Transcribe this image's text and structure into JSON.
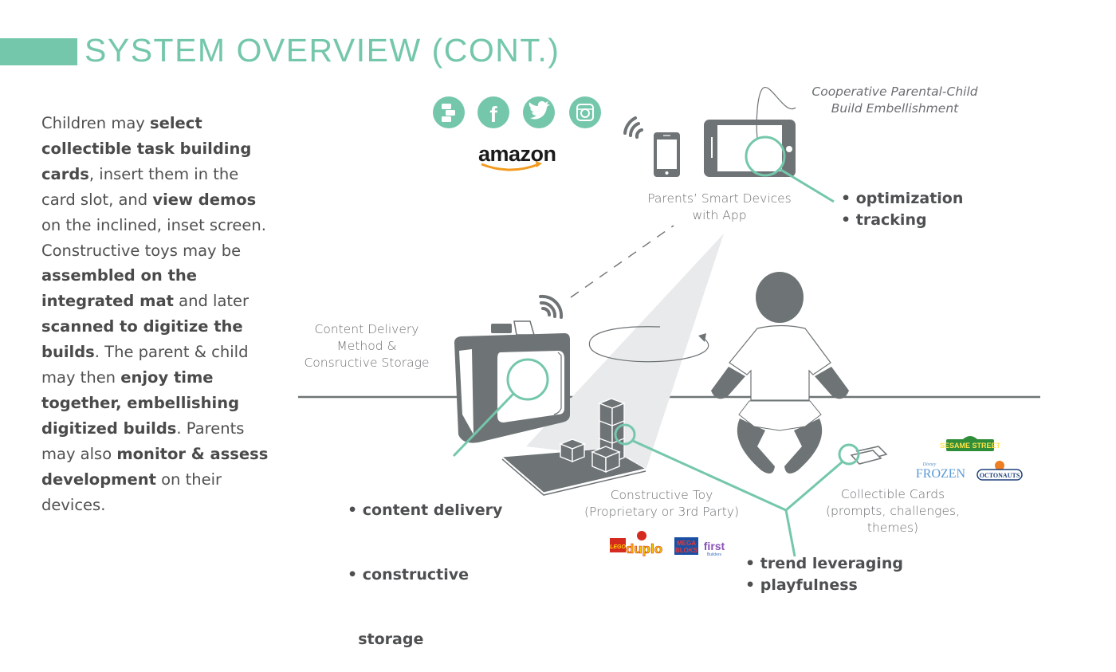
{
  "header": {
    "title": "SYSTEM OVERVIEW (CONT.)"
  },
  "description": {
    "segments": [
      {
        "text": "Children may ",
        "bold": false
      },
      {
        "text": "select collectible task building cards",
        "bold": true
      },
      {
        "text": ", insert them in the card slot, and ",
        "bold": false
      },
      {
        "text": "view demos",
        "bold": true
      },
      {
        "text": " on the inclined, inset screen. Constructive toys may be ",
        "bold": false
      },
      {
        "text": "assembled on the integrated mat",
        "bold": true
      },
      {
        "text": " and later ",
        "bold": false
      },
      {
        "text": "scanned to digitize the builds",
        "bold": true
      },
      {
        "text": ". The parent & child may then ",
        "bold": false
      },
      {
        "text": "enjoy time together, embellishing digitized builds",
        "bold": true
      },
      {
        "text": ". Parents may also ",
        "bold": false
      },
      {
        "text": "monitor & assess development",
        "bold": true
      },
      {
        "text": " on their devices.",
        "bold": false
      }
    ]
  },
  "social_icons": [
    {
      "name": "building-blocks-icon"
    },
    {
      "name": "facebook-icon",
      "glyph": "f"
    },
    {
      "name": "twitter-icon"
    },
    {
      "name": "instagram-icon"
    }
  ],
  "amazon_logo": "amazon",
  "labels": {
    "cooperative_line1": "Cooperative Parental-Child",
    "cooperative_line2": "Build Embellishment",
    "parents_devices_line1": "Parents’ Smart Devices",
    "parents_devices_line2": "with App",
    "content_delivery_line1": "Content Delivery",
    "content_delivery_line2": "Method &",
    "content_delivery_line3": "Consructive Storage",
    "constructive_toy_line1": "Constructive Toy",
    "constructive_toy_line2": "(Proprietary or 3rd Party)",
    "collectible_cards_line1": "Collectible Cards",
    "collectible_cards_line2": "(prompts, challenges,",
    "collectible_cards_line3": "themes)"
  },
  "bullets": {
    "devices": [
      "• optimization",
      "• tracking"
    ],
    "storage": [
      "• content delivery",
      "• constructive",
      "  storage"
    ],
    "toys_cards": [
      "• trend leveraging",
      "• playfulness"
    ]
  },
  "brand_logos": {
    "toys": [
      "LEGO",
      "duplo",
      "MEGA BLOKS",
      "first builders"
    ],
    "cards": [
      "SESAME STREET",
      "FROZEN",
      "OCTONAUTS"
    ],
    "disney": "Disney"
  },
  "colors": {
    "accent": "#74c7ab",
    "dark_gray": "#6e7375",
    "text": "#505050",
    "light_gray": "#e8e9ea"
  }
}
